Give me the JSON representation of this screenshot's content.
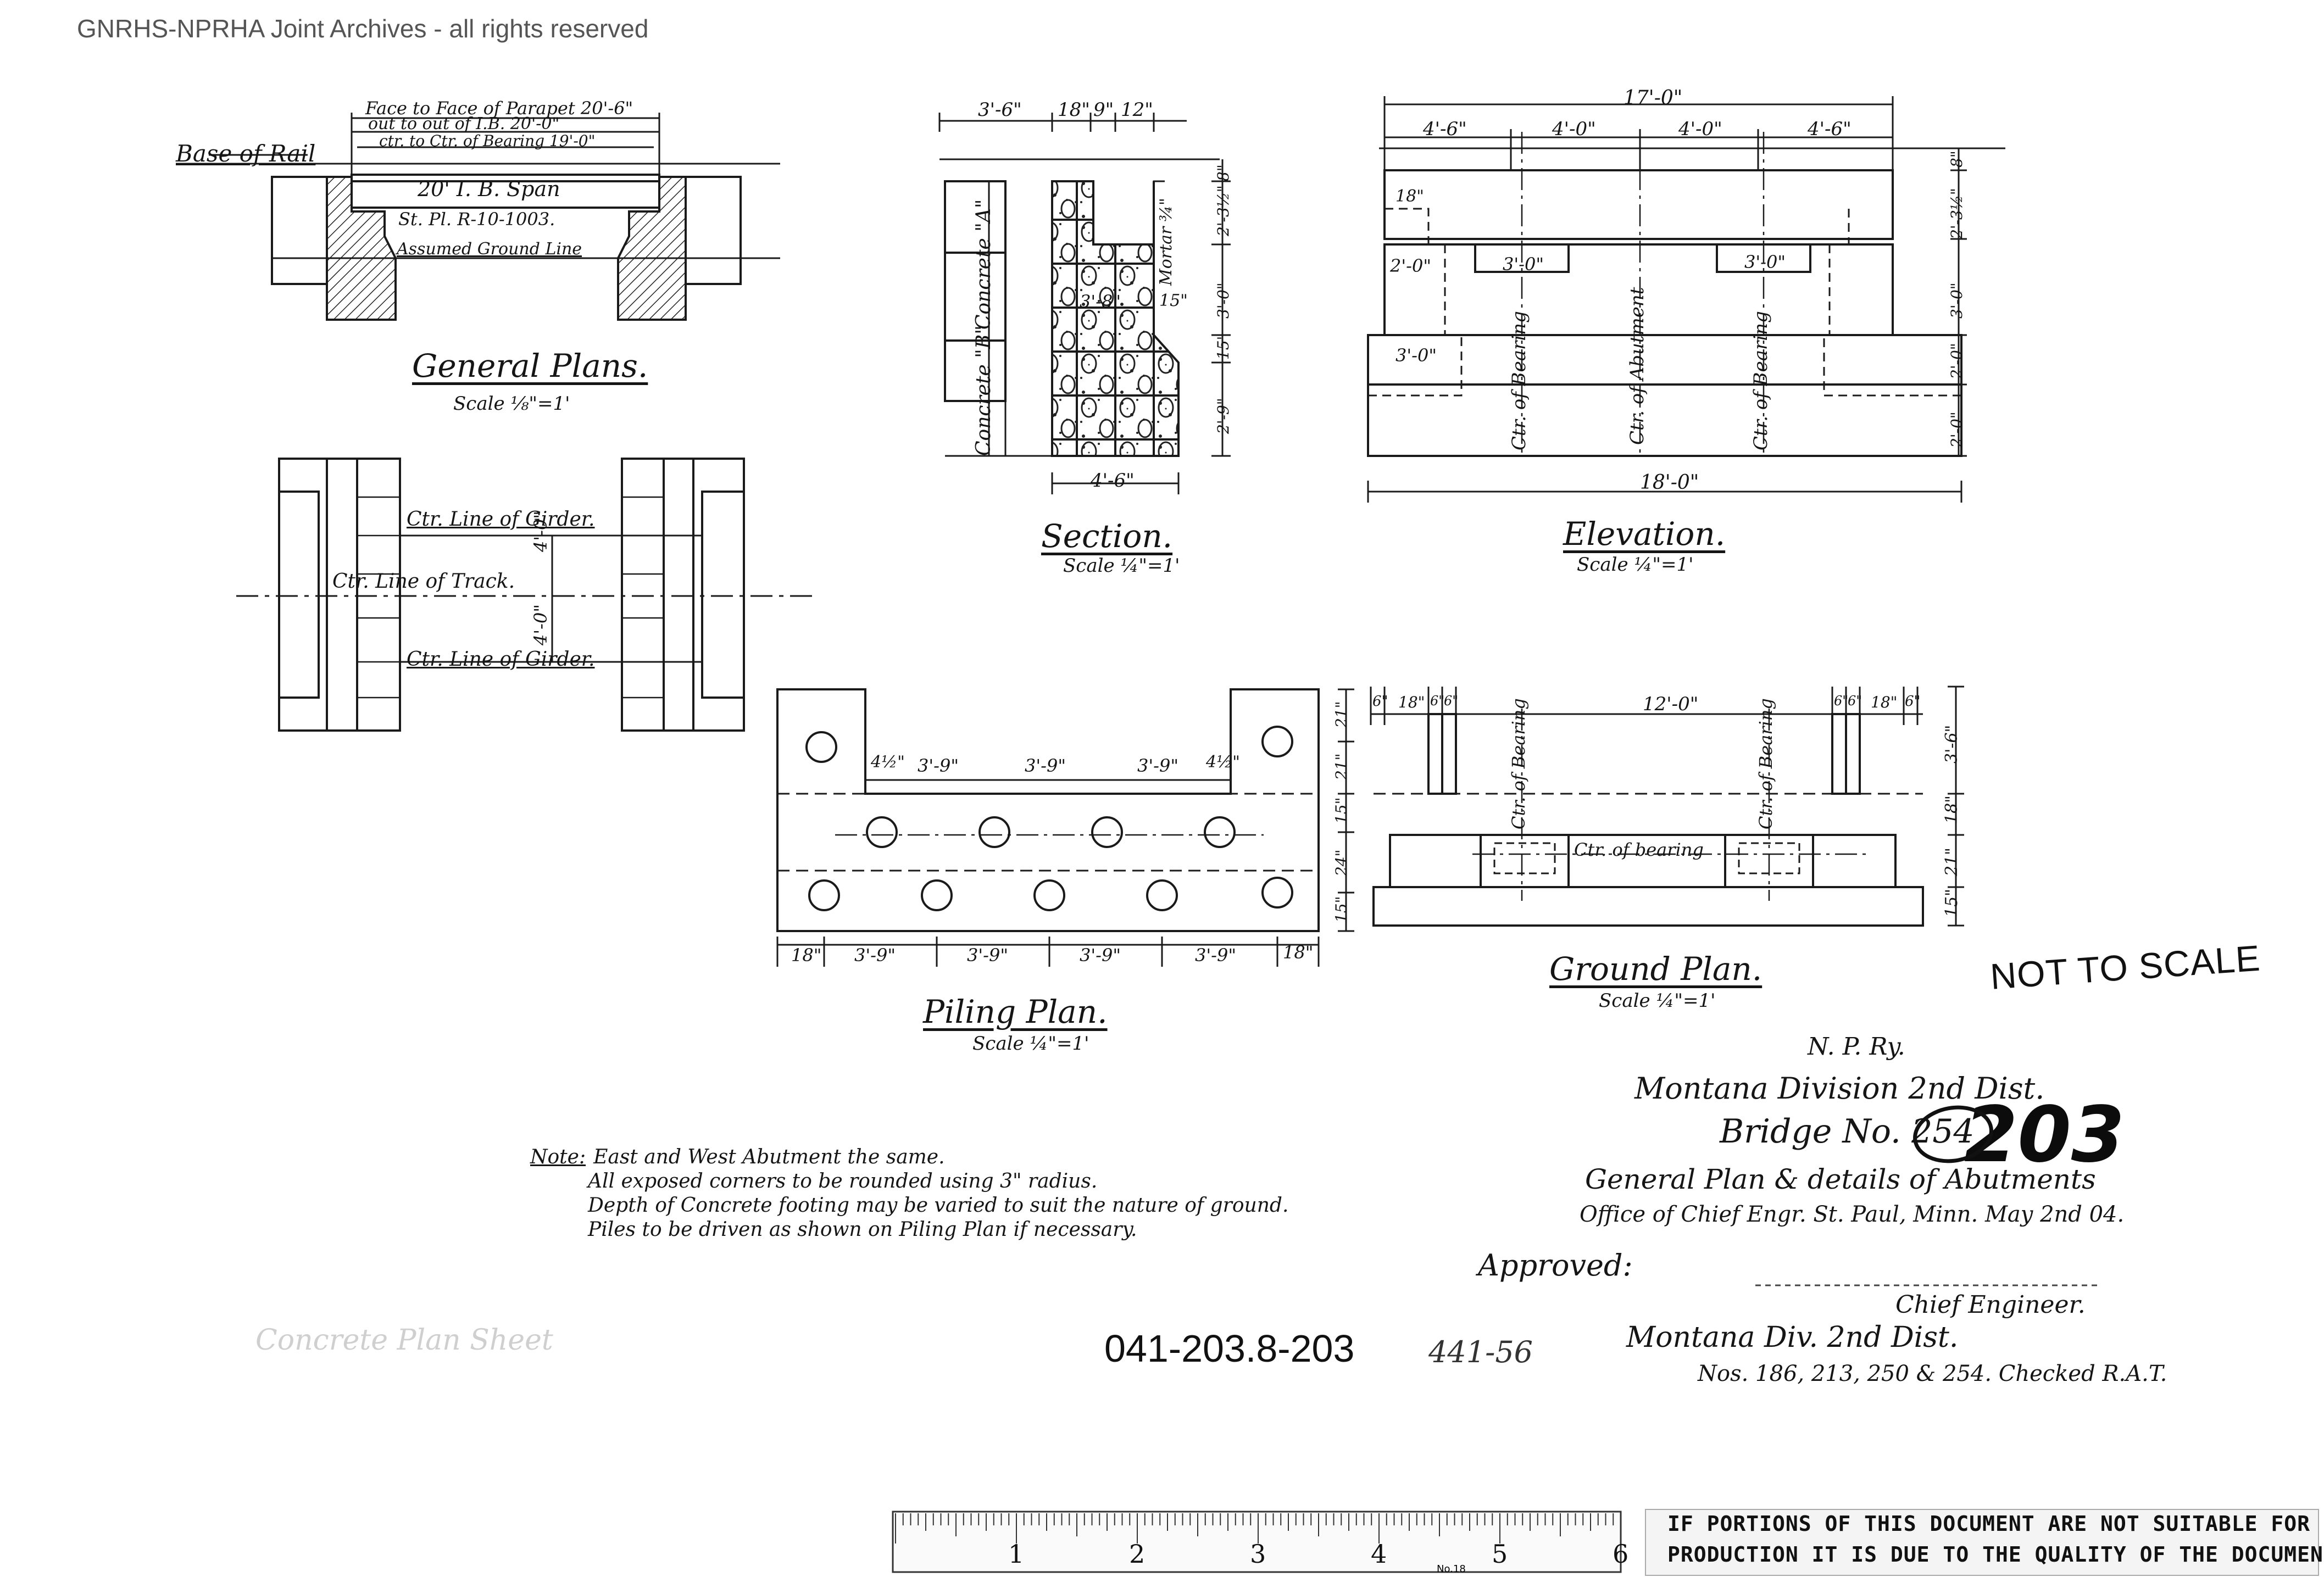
{
  "watermark": "GNRHS-NPRHA Joint Archives - all rights reserved",
  "general_plans": {
    "title": "General Plans.",
    "scale": "Scale ⅛\"=1'",
    "face_to_face": "Face to Face of Parapet 20'-6\"",
    "out_to_out": "out to out of I.B. 20'-0\"",
    "ctr_bearing": "ctr. to Ctr. of Bearing 19'-0\"",
    "base_of_rail": "Base of Rail",
    "span": "20' I. B. Span",
    "st_pl": "St. Pl. R-10-1003.",
    "ground_line": "Assumed Ground Line",
    "ctr_line_girder": "Ctr. Line of Girder.",
    "ctr_line_track": "Ctr. Line of Track.",
    "dim_4ft": "4'-0\""
  },
  "section": {
    "title": "Section.",
    "scale": "Scale ¼\"=1'",
    "top_dims": [
      "3'-6\"",
      "18\"",
      "9\"",
      "12\""
    ],
    "concrete_a": "Concrete \"A\"",
    "concrete_b": "Concrete \"B\"",
    "mortar": "Mortar ¾\"",
    "right_dims": [
      "8\"",
      "2'-3½\"",
      "3'-0\"",
      "15\"",
      "2'-9\""
    ],
    "inner_dims": [
      "3'-8\"",
      "15\""
    ],
    "bottom_dim": "4'-6\""
  },
  "elevation": {
    "title": "Elevation.",
    "scale": "Scale ¼\"=1'",
    "overall_top": "17'-0\"",
    "top_dims": [
      "4'-6\"",
      "4'-0\"",
      "4'-0\"",
      "4'-6\""
    ],
    "left_dims": [
      "18\"",
      "2'-0\"",
      "3'-0\""
    ],
    "pad_dims": [
      "3'-0\"",
      "3'-0\""
    ],
    "right_dims": [
      "8\"",
      "2'-3½\"",
      "3'-0\"",
      "2'-0\"",
      "2'-0\""
    ],
    "center_labels": [
      "Ctr. of Bearing",
      "Ctr. of Abutment",
      "Ctr. of Bearing"
    ],
    "bottom_dim": "18'-0\""
  },
  "piling_plan": {
    "title": "Piling Plan.",
    "scale": "Scale ¼\"=1'",
    "row_dims": [
      "4½\"",
      "3'-9\"",
      "3'-9\"",
      "3'-9\"",
      "4½\""
    ],
    "bottom_dims": [
      "18\"",
      "3'-9\"",
      "3'-9\"",
      "3'-9\"",
      "3'-9\"",
      "18\""
    ],
    "right_dims": [
      "21\"",
      "21\"",
      "15\"",
      "24\"",
      "15\""
    ]
  },
  "ground_plan": {
    "title": "Ground Plan.",
    "scale": "Scale ¼\"=1'",
    "top_dims": [
      "6\"",
      "18\"",
      "6\"",
      "6\"",
      "12'-0\"",
      "6\"",
      "6\"",
      "18\"",
      "6\""
    ],
    "labels": [
      "Ctr. of Bearing",
      "Ctr. of bearing",
      "Ctr. of Bearing"
    ],
    "right_dims": [
      "3'-6\"",
      "18\"",
      "21\"",
      "15\""
    ]
  },
  "not_to_scale": "NOT TO SCALE",
  "notes": {
    "heading": "Note:",
    "line1": "East and West Abutment the same.",
    "line2": "All exposed corners to be rounded using 3\" radius.",
    "line3": "Depth of Concrete footing may be varied to suit the nature of ground.",
    "line4": "Piles to be driven as shown on Piling Plan if necessary."
  },
  "title_block": {
    "railway": "N. P. Ry.",
    "division": "Montana Division 2nd Dist.",
    "bridge": "Bridge No. 254",
    "bridge_new": "203",
    "description": "General Plan & details of Abutments",
    "office": "Office of Chief Engr. St. Paul, Minn. May 2nd 04.",
    "approved": "Approved:",
    "chief_engineer": "Chief Engineer.",
    "montana_dist": "Montana Div. 2nd Dist.",
    "nos": "Nos. 186, 213, 250 & 254. Checked R.A.T."
  },
  "drawing_number": "041-203.8-203",
  "handwritten_number": "441-56",
  "faint_note": "Concrete Plan Sheet",
  "ruler": {
    "numbers": [
      "1",
      "2",
      "3",
      "4",
      "5",
      "6"
    ],
    "caption": "No.18"
  },
  "quality_stamp": {
    "line1": "IF PORTIONS OF THIS DOCUMENT ARE NOT SUITABLE FOR RE-",
    "line2": "PRODUCTION IT IS DUE TO THE QUALITY OF THE DOCUMENT."
  }
}
